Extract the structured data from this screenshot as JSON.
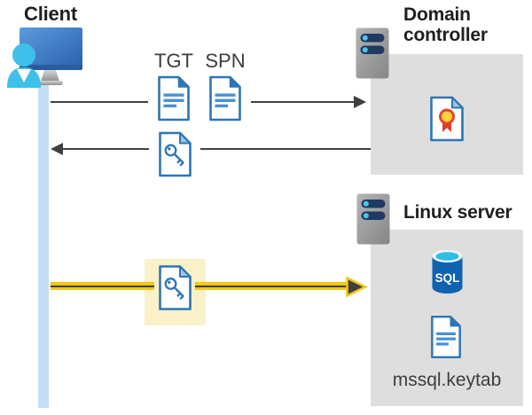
{
  "diagram": {
    "client": {
      "label": "Client"
    },
    "domain_controller": {
      "label": "Domain controller"
    },
    "linux_server": {
      "label": "Linux server"
    },
    "tickets": {
      "tgt_label": "TGT",
      "spn_label": "SPN"
    },
    "sql_badge_text": "SQL",
    "keytab_label": "mssql.keytab"
  },
  "icons": [
    "client-monitor-user-icon",
    "server-icon",
    "document-icon",
    "key-document-icon",
    "certificate-document-icon",
    "sql-database-icon"
  ],
  "colors": {
    "doc_border_blue": "#2e75b5",
    "doc_line_blue": "#4a8fd3",
    "fold_light_blue": "#9dc3e6",
    "server_bar_navy": "#203a61",
    "server_dot_blue": "#4ec3f0",
    "box_gray": "#dedede",
    "timeline_blue": "#c6ddf7",
    "arrow_dark": "#404040",
    "arrow_yellow": "#f2c811",
    "highlight_yellow": "#faf1c9",
    "sql_body_blue": "#1063b1",
    "sql_top_cyan": "#2ebee3",
    "cert_gold": "#ffd23b",
    "cert_red": "#d9412f",
    "person_cyan": "#3ec0e8",
    "text_dark": "#1f1f1f",
    "text_gray": "#3d3d3d"
  }
}
